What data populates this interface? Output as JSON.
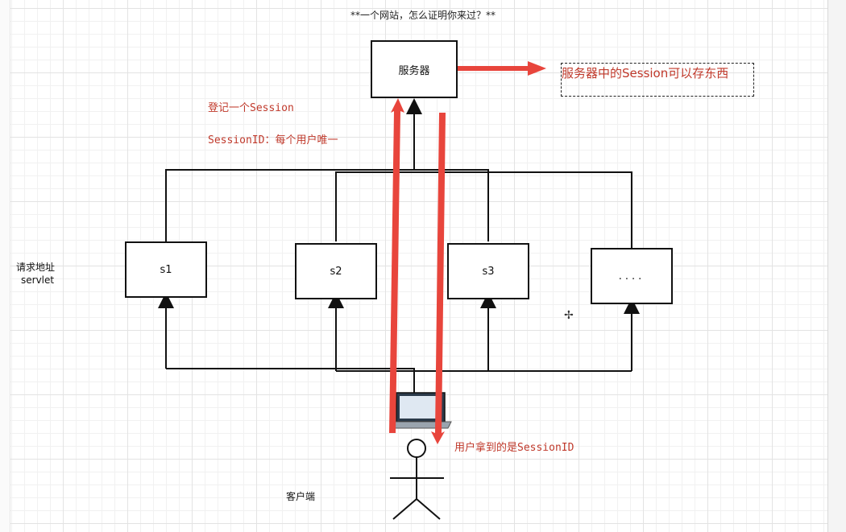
{
  "title": "**一个网站，怎么证明你来过？**",
  "server_label": "服务器",
  "note_text": "服务器中的Session可以存东西",
  "register_text": "登记一个Session",
  "sessionid_text": "SessionID：每个用户唯一",
  "side_label_line1": "请求地址",
  "side_label_line2": "servlet",
  "nodes": [
    "s1",
    "s2",
    "s3",
    "...."
  ],
  "user_gets_text": "用户拿到的是SessionID",
  "client_label": "客户端",
  "colors": {
    "arrow_red": "#e8453c",
    "text_red": "#c0392b",
    "line": "#111111"
  },
  "icons": [
    "laptop-icon",
    "stick-figure-icon",
    "cursor-icon"
  ]
}
